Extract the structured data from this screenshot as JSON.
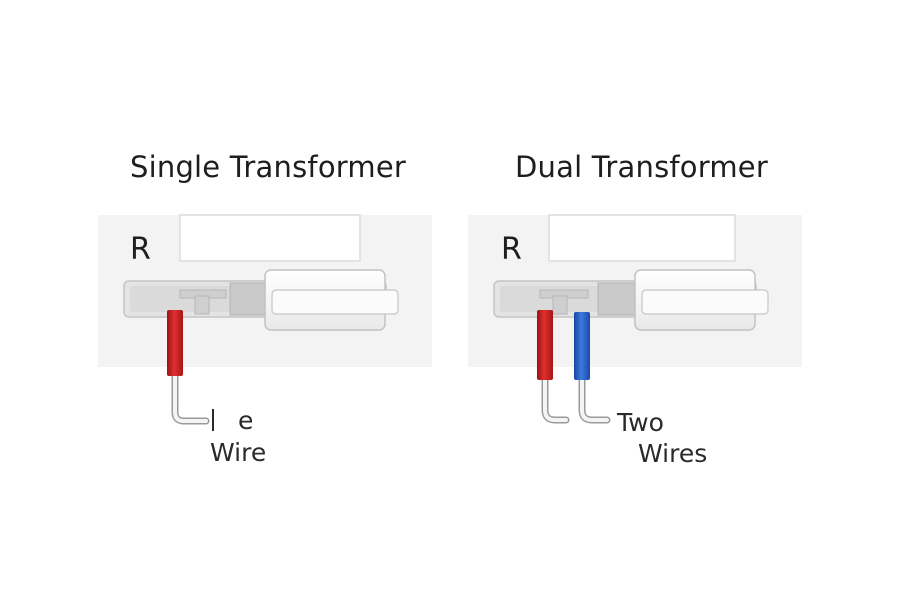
{
  "left_panel": {
    "title": "Single Transformer",
    "terminal_letter": "R",
    "label_line1_partial": "e",
    "label_line2": "Wire"
  },
  "right_panel": {
    "title": "Dual Transformer",
    "terminal_letter": "R",
    "label_line1": "Two",
    "label_line2": "Wires"
  },
  "colors": {
    "red_wire": "#cc2222",
    "blue_wire": "#2a62c8",
    "panel": "#f2f2f2",
    "terminal": "#d8d8d8"
  }
}
